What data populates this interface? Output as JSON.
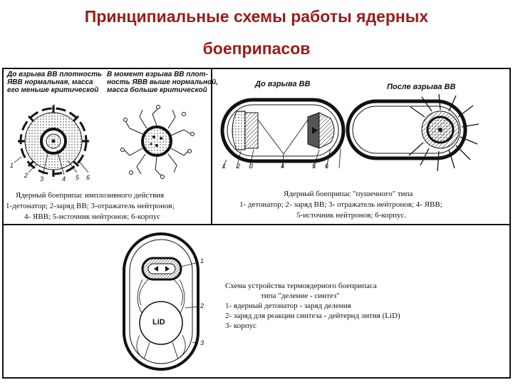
{
  "title": {
    "line1": "Принципиальные схемы работы ядерных",
    "line2": "боеприпасов"
  },
  "implosion": {
    "label_before_line1": "До взрыва ВВ плотность",
    "label_before_line2": "ЯВВ нормальная, масса",
    "label_before_line3": "его меньше критической",
    "label_after_line1": "В момент взрыва ВВ плот-",
    "label_after_line2": "ность ЯВВ выше нормальной,",
    "label_after_line3": "масса больше критической",
    "caption_line1": "Ядерный боеприпас имплозивного действия",
    "caption_line2": "1-детонатор; 2-заряд ВВ; 3-отражатель нейтронов;",
    "caption_line3": "4- ЯВВ; 5-источник нейтронов; 6-корпус",
    "numbers": [
      "1",
      "2",
      "3",
      "4",
      "5",
      "6"
    ]
  },
  "gun": {
    "label_before": "До взрыва ВВ",
    "label_after": "После взрыва ВВ",
    "caption_line1": "Ядерный боеприпас \"пушечного\" типа",
    "caption_line2": "1- детонатор; 2- заряд ВВ; 3- отражатель нейтронов; 4- ЯВВ;",
    "caption_line3": "5-источник нейтронов; 6-корпус.",
    "numbers": [
      "1",
      "2",
      "3",
      "4",
      "5",
      "6"
    ]
  },
  "thermo": {
    "center_label": "LiD",
    "numbers": [
      "1",
      "2",
      "3"
    ],
    "caption_line1": "Схема устройства термоядерного боеприпаса",
    "caption_line2": "типа \"деление - синтез\"",
    "caption_line3": "1- ядерный детонатор - заряд деления",
    "caption_line4": "2- заряд для реакции синтеза - дейтерид лития (LiD)",
    "caption_line5": "3- корпус"
  }
}
